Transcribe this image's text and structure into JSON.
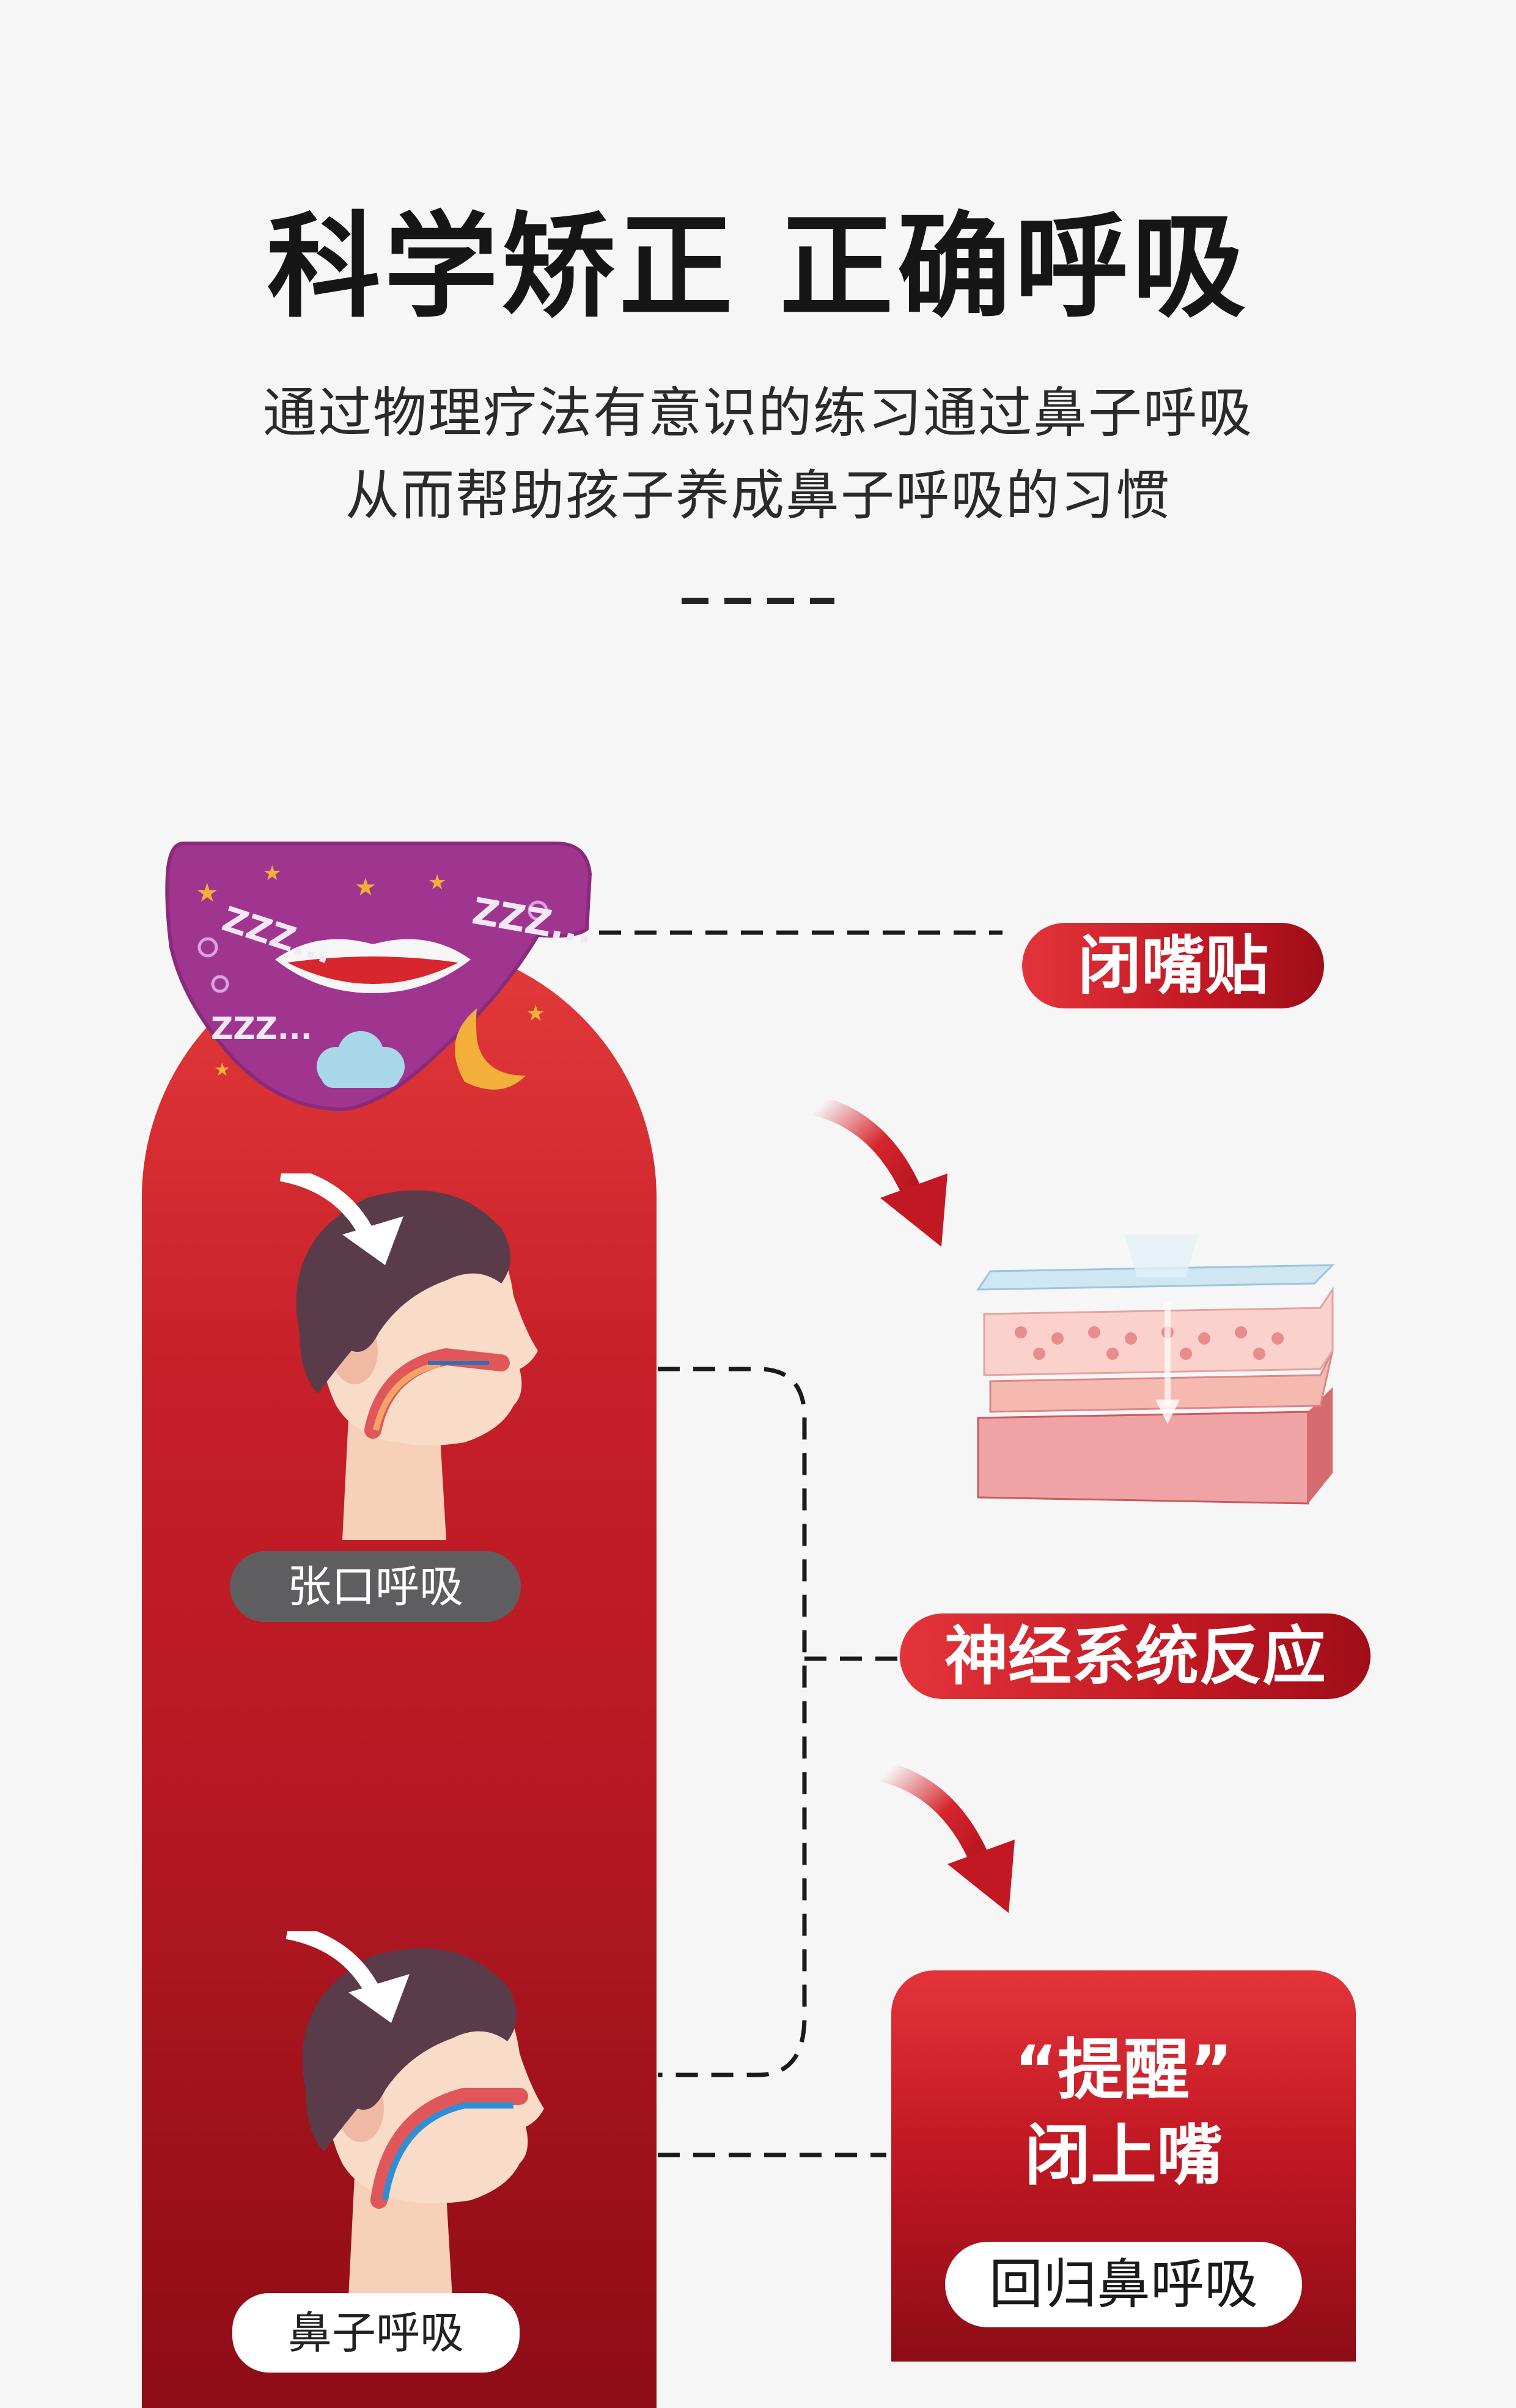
{
  "header": {
    "title": "科学矫正 正确呼吸",
    "subtitle_line1": "通过物理疗法有意识的练习通过鼻子呼吸",
    "subtitle_line2": "从而帮助孩子养成鼻子呼吸的习惯"
  },
  "left_column": {
    "mouth_breathing_label": "张口呼吸",
    "nose_breathing_label": "鼻子呼吸",
    "patch_text_zzz": "ZZZ..."
  },
  "right_column": {
    "patch_label": "闭嘴贴",
    "nerve_label": "神经系统反应",
    "remind_quote": "“提醒”",
    "remind_close": "闭上嘴",
    "back_to_nose": "回归鼻呼吸"
  },
  "colors": {
    "accent_red": "#c21823",
    "dark_red": "#8d0c16",
    "patch_purple": "#a0358f",
    "label_gray": "#5e5e60",
    "background": "#f6f6f6"
  }
}
